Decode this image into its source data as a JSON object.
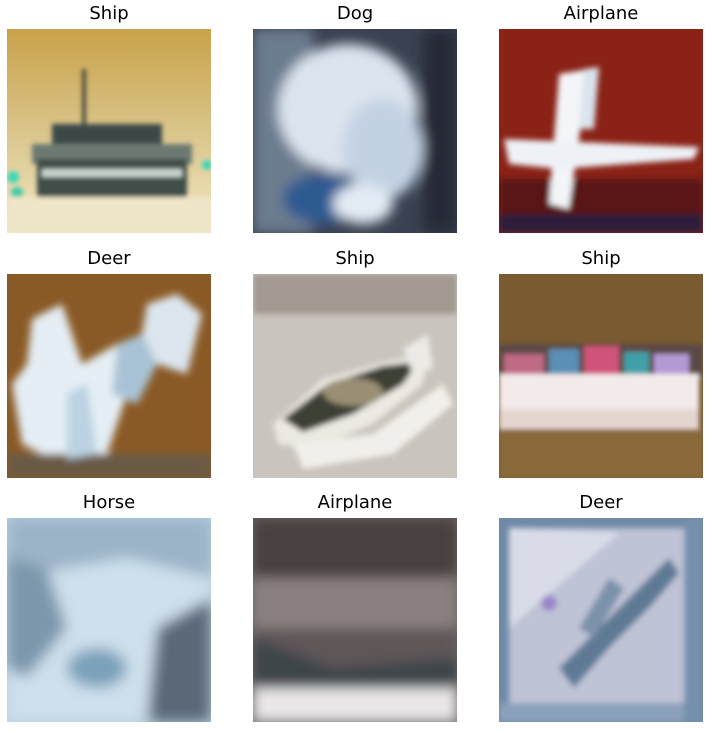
{
  "grid": {
    "cells": [
      {
        "label": "Ship"
      },
      {
        "label": "Dog"
      },
      {
        "label": "Airplane"
      },
      {
        "label": "Deer"
      },
      {
        "label": "Ship"
      },
      {
        "label": "Ship"
      },
      {
        "label": "Horse"
      },
      {
        "label": "Airplane"
      },
      {
        "label": "Deer"
      }
    ]
  }
}
